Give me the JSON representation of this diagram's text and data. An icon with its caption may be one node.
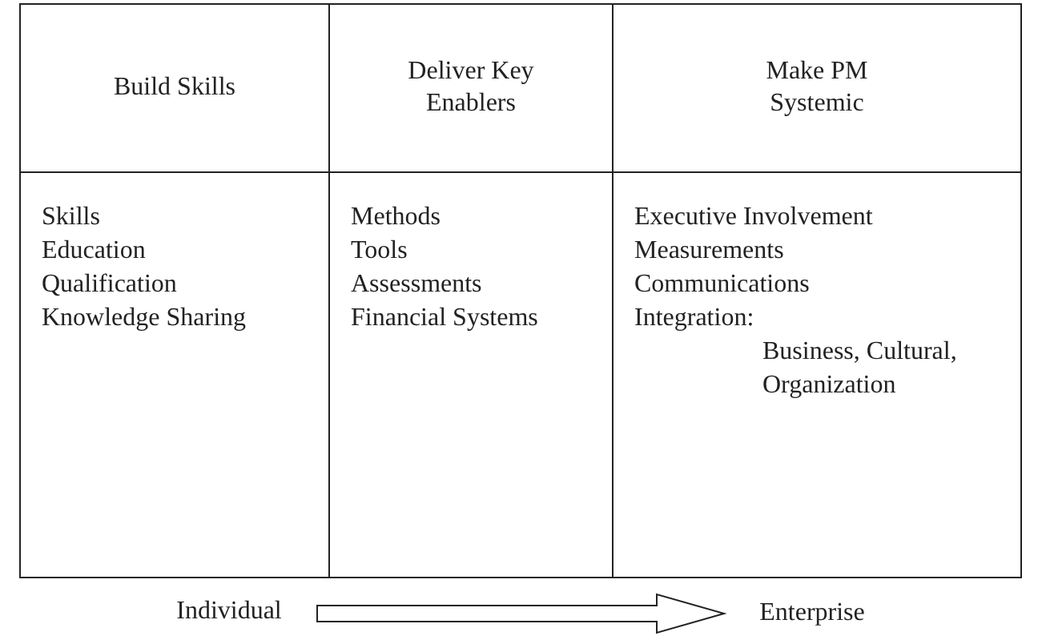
{
  "diagram": {
    "nodes": [
      {
        "text": [
          "Build Skills"
        ]
      },
      {
        "text": [
          "Deliver Key Enablers"
        ]
      },
      {
        "text": [
          "Make PM Systemic"
        ]
      },
      {
        "text": [
          "Skills",
          "Education",
          "Qualification",
          "Knowledge Sharing"
        ]
      },
      {
        "text": [
          "Methods",
          "Tools",
          "Assessments",
          "Financial Systems"
        ]
      },
      {
        "text": [
          "Executive Involvement",
          "Measurements",
          "Communications",
          "Integration:",
          "Business, Cultural, Organization"
        ]
      },
      {
        "text": [
          "Individual"
        ]
      },
      {
        "text": [
          "Enterprise"
        ]
      }
    ],
    "edges": [
      {
        "from": 6,
        "to": 7,
        "arrow": "to"
      }
    ]
  }
}
